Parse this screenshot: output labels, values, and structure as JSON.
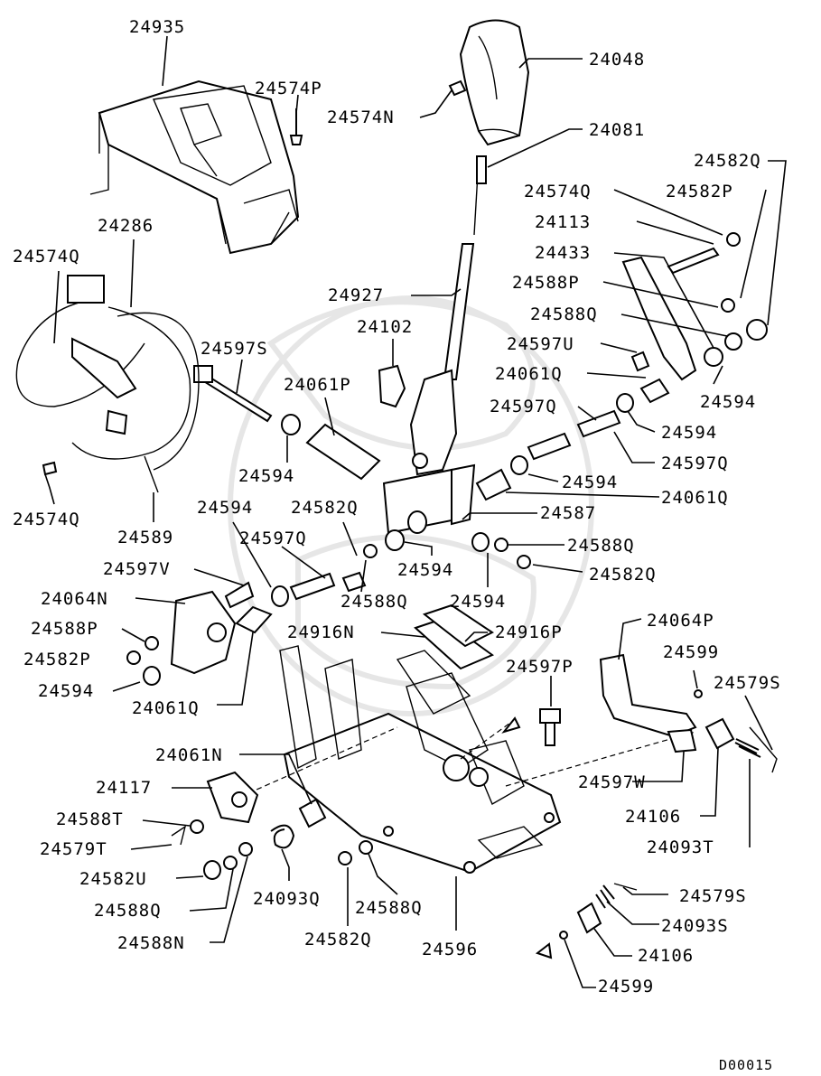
{
  "diagram": {
    "labels": [
      "24935",
      "24574P",
      "24574N",
      "24048",
      "24081",
      "24582Q",
      "24574Q",
      "24582P",
      "24113",
      "24286",
      "24433",
      "24574Q",
      "24588P",
      "24927",
      "24588Q",
      "24102",
      "24597U",
      "24597S",
      "24061P",
      "24061Q",
      "24594",
      "24597Q",
      "24594",
      "24597Q",
      "24594",
      "24594",
      "24061Q",
      "24594",
      "24574Q",
      "24589",
      "24594",
      "24582Q",
      "24587",
      "24597Q",
      "24588Q",
      "24594",
      "24582Q",
      "24597V",
      "24588Q",
      "24594",
      "24064N",
      "24588P",
      "24916N",
      "24916P",
      "24064P",
      "24582P",
      "24594",
      "24597P",
      "24599",
      "24061Q",
      "24579S",
      "24061N",
      "24117",
      "24597W",
      "24588T",
      "24106",
      "24579T",
      "24093T",
      "24582U",
      "24093Q",
      "24588Q",
      "24579S",
      "24588Q",
      "24093S",
      "24588N",
      "24582Q",
      "24596",
      "24106",
      "24599"
    ],
    "code": "D00015"
  }
}
